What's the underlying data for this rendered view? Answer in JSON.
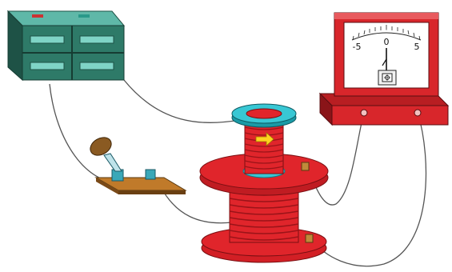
{
  "galvanometer": {
    "scale_labels": [
      "-5",
      "0",
      "5"
    ],
    "needle_value": 0
  },
  "colors": {
    "battery": "#2e7a68",
    "battery_dark": "#1e5246",
    "battery_light": "#5fb8a8",
    "coil_red": "#e0252b",
    "coil_dark": "#a3151a",
    "flange_cyan": "#38c7d4",
    "meter_red": "#d8262b",
    "switch_brown": "#8a5a22",
    "wire": "#555555"
  },
  "icons": {
    "arrow": "yellow-right-arrow"
  }
}
